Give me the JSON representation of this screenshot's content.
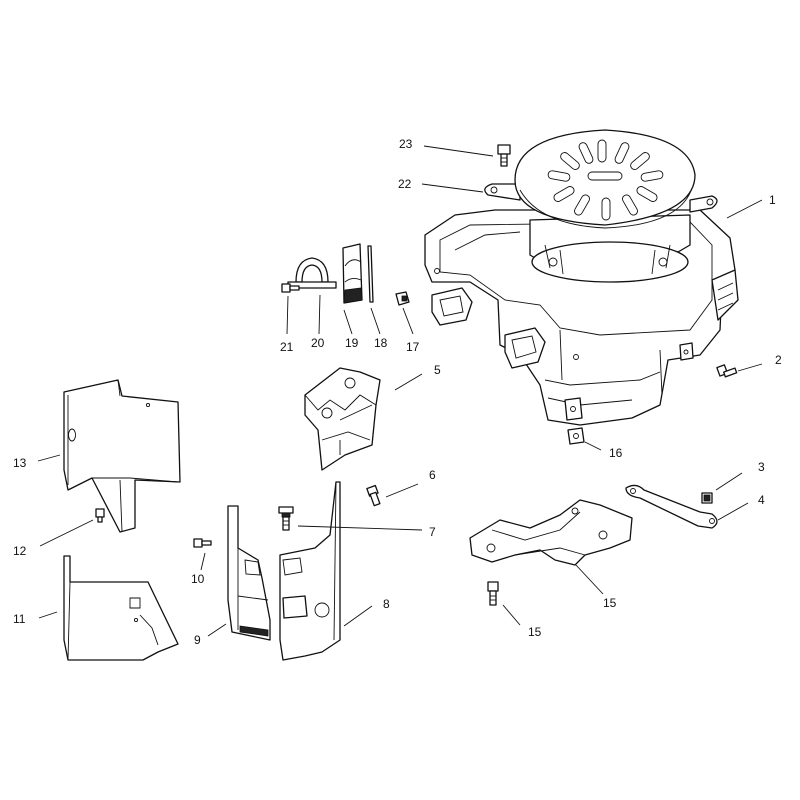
{
  "callouts": [
    {
      "id": "c1",
      "text": "1"
    },
    {
      "id": "c2",
      "text": "2"
    },
    {
      "id": "c3",
      "text": "3"
    },
    {
      "id": "c4",
      "text": "4"
    },
    {
      "id": "c5",
      "text": "5"
    },
    {
      "id": "c6",
      "text": "6"
    },
    {
      "id": "c7",
      "text": "7"
    },
    {
      "id": "c8",
      "text": "8"
    },
    {
      "id": "c9",
      "text": "9"
    },
    {
      "id": "c10",
      "text": "10"
    },
    {
      "id": "c11",
      "text": "11"
    },
    {
      "id": "c12",
      "text": "12"
    },
    {
      "id": "c13",
      "text": "13"
    },
    {
      "id": "c15a",
      "text": "15"
    },
    {
      "id": "c15b",
      "text": "15"
    },
    {
      "id": "c16",
      "text": "16"
    },
    {
      "id": "c17",
      "text": "17"
    },
    {
      "id": "c18",
      "text": "18"
    },
    {
      "id": "c19",
      "text": "19"
    },
    {
      "id": "c20",
      "text": "20"
    },
    {
      "id": "c21",
      "text": "21"
    },
    {
      "id": "c22",
      "text": "22"
    },
    {
      "id": "c23",
      "text": "23"
    }
  ]
}
